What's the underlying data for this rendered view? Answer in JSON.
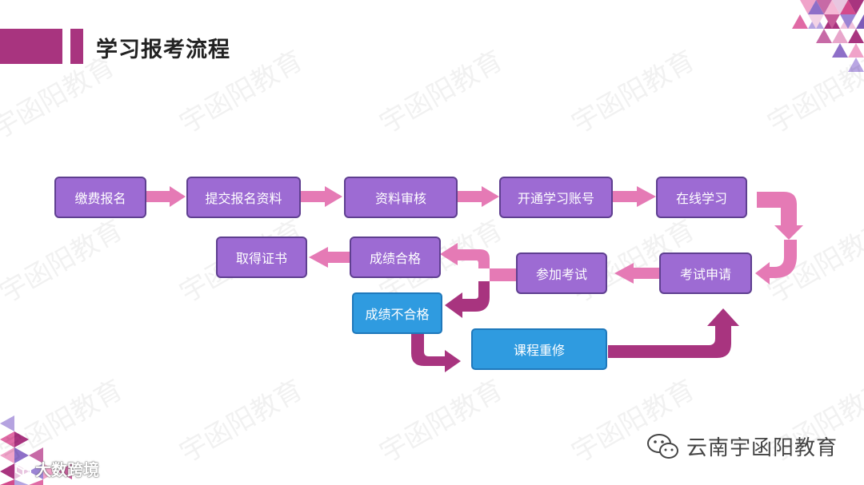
{
  "title": "学习报考流程",
  "watermark": "宇函阳教育",
  "steps": {
    "pay": "缴费报名",
    "submit": "提交报名资料",
    "review": "资料审核",
    "account": "开通学习账号",
    "online": "在线学习",
    "apply": "考试申请",
    "exam": "参加考试",
    "pass": "成绩合格",
    "cert": "取得证书",
    "fail": "成绩不合格",
    "retake": "课程重修"
  },
  "footer": {
    "brand": "云南宇函阳教育",
    "logo": "大数跨境"
  },
  "colors": {
    "accent": "#a8347f",
    "box_fill": "#9d6bd3",
    "box_border": "#5f3f90",
    "blue_box": "#2f9be0",
    "arrow_pink": "#e57ab5",
    "arrow_dark": "#a8347f"
  },
  "icons": [
    "wechat-icon",
    "cube-logo-icon"
  ]
}
